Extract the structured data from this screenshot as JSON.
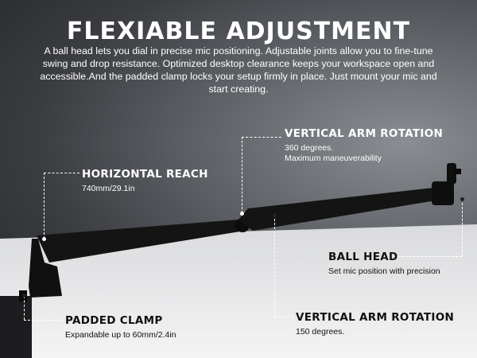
{
  "title": "FLEXIABLE ADJUSTMENT",
  "intro": "A ball head lets you dial in precise mic positioning. Adjustable joints allow you to fine-tune swing and drop resistance. Optimized desktop clearance keeps your workspace open and accessible.And the padded clamp locks your setup firmly in place. Just mount your mic and start creating.",
  "callouts": {
    "vertical_arm_top": {
      "heading": "VERTICAL ARM ROTATION",
      "line1": "360 degrees.",
      "line2": "Maximum maneuverability"
    },
    "horizontal_reach": {
      "heading": "HORIZONTAL REACH",
      "line1": "740mm/29.1in"
    },
    "ball_head": {
      "heading": "BALL HEAD",
      "line1": "Set mic position with precision"
    },
    "padded_clamp": {
      "heading": "PADDED CLAMP",
      "line1": "Expandable up to 60mm/2.4in"
    },
    "vertical_arm_bottom": {
      "heading": "VERTICAL ARM ROTATION",
      "line1": "150 degrees."
    }
  },
  "colors": {
    "background": "#3a3c40",
    "desk": "#e8e9eb",
    "arm": "#141414",
    "text_light": "#ffffff",
    "text_dark": "#111111"
  }
}
